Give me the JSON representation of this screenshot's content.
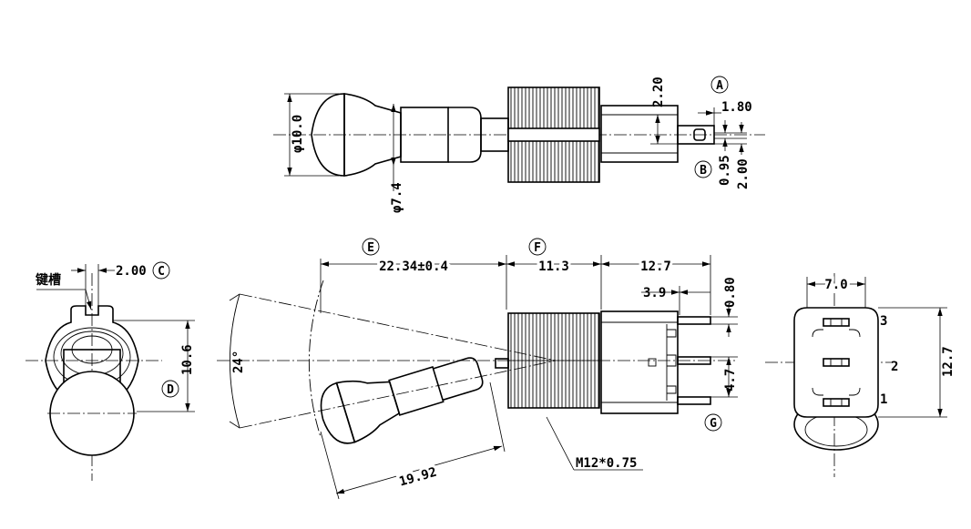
{
  "dimensions": {
    "dia_10": "φ10.0",
    "dia_7_4": "φ7.4",
    "d_2_20": "2.20",
    "d_1_80": "1.80",
    "d_0_95": "0.95",
    "d_2_00_top": "2.00",
    "d_2_00_left": "2.00",
    "slot": "键槽",
    "d_10_6": "10.6",
    "angle": "24°",
    "d_22_34": "22.34±0.4",
    "d_11_3": "11.3",
    "d_12_7_top": "12.7",
    "d_3_9": "3.9",
    "d_0_80": "0.80",
    "d_4_7": "4.7",
    "d_19_92": "19.92",
    "thread": "M12*0.75",
    "d_7_0": "7.0",
    "d_12_7_right": "12.7"
  },
  "callouts": {
    "a": "A",
    "b": "B",
    "c": "C",
    "d": "D",
    "e": "E",
    "f": "F",
    "g": "G"
  },
  "pins": {
    "p1": "1",
    "p2": "2",
    "p3": "3"
  }
}
